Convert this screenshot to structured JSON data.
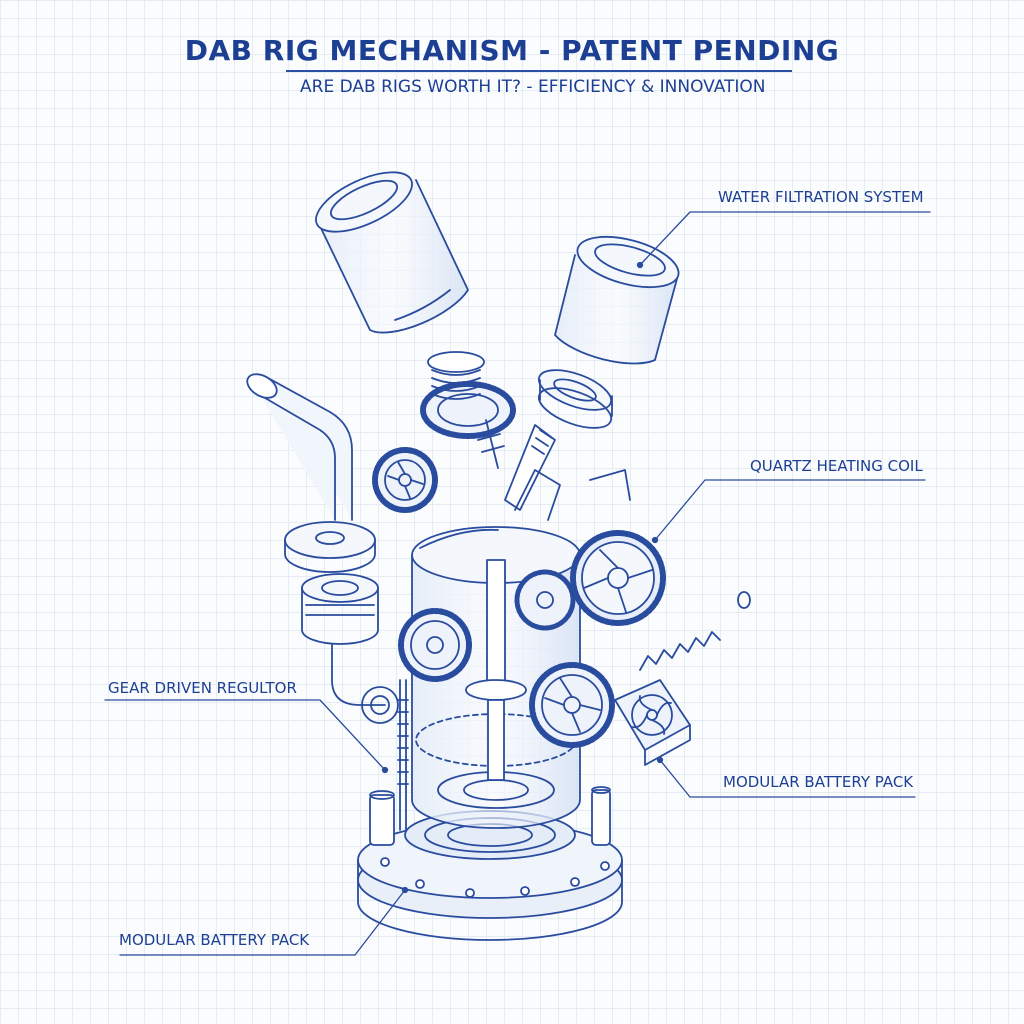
{
  "header": {
    "title": "DAB RIG MECHANISM - PATENT PENDING",
    "subtitle": "ARE DAB RIGS WORTH IT? - EFFICIENCY & INNOVATION"
  },
  "callouts": {
    "water_filtration": "WATER FILTRATION SYSTEM",
    "quartz_coil": "QUARTZ HEATING COIL",
    "gear_regulator": "GEAR DRIVEN REGULTOR",
    "battery_right": "MODULAR BATTERY PACK",
    "battery_bottom": "MODULAR BATTERY PACK"
  },
  "colors": {
    "ink": "#1d3f93",
    "fill": "#dfe8f7",
    "accent": "#2f6fd6"
  }
}
